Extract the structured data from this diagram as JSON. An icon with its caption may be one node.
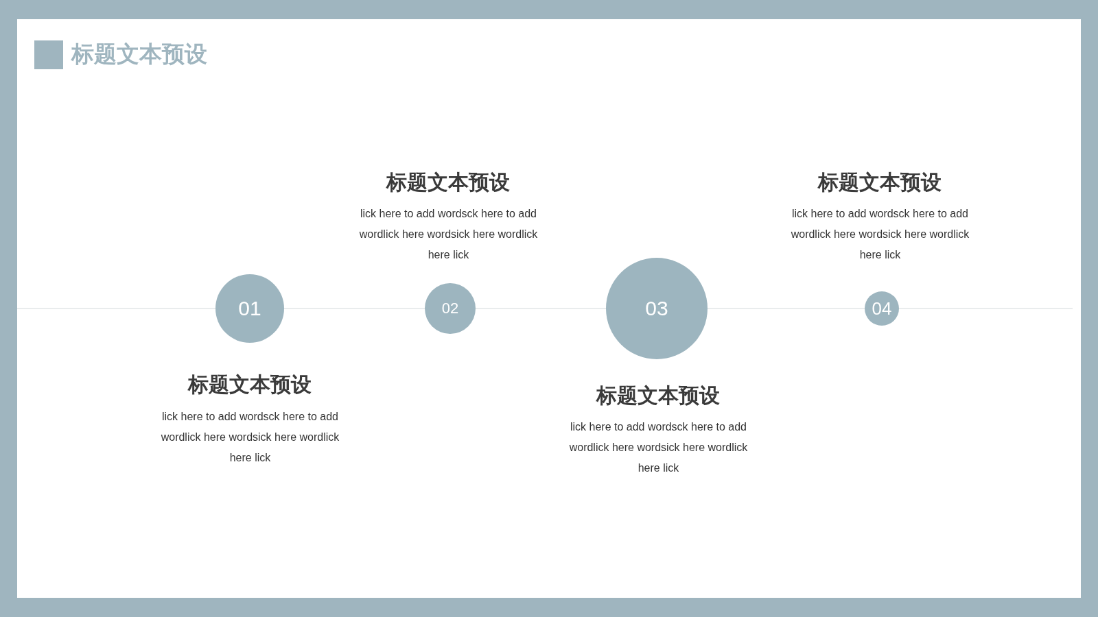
{
  "diagram": {
    "title": "标题文本预设",
    "nodes": [
      {
        "text": [
          "01"
        ],
        "beside": [
          "标题文本预设",
          "lick here to add wordsck here to add wordlick here wordsick here wordlick here lick"
        ]
      },
      {
        "text": [
          "02"
        ],
        "beside": [
          "标题文本预设",
          "lick here to add wordsck here to add wordlick here wordsick here wordlick here lick"
        ]
      },
      {
        "text": [
          "03"
        ],
        "beside": [
          "标题文本预设",
          "lick here to add wordsck here to add wordlick here wordsick here wordlick here lick"
        ]
      },
      {
        "text": [
          "04"
        ],
        "beside": [
          "标题文本预设",
          "lick here to add wordsck here to add wordlick here wordsick here wordlick here lick"
        ]
      }
    ],
    "edges": [
      {
        "from": null,
        "to": 0,
        "arrow": "none"
      },
      {
        "from": 0,
        "to": 1,
        "arrow": "none"
      },
      {
        "from": 1,
        "to": 2,
        "arrow": "none"
      },
      {
        "from": 2,
        "to": 3,
        "arrow": "none"
      },
      {
        "from": 3,
        "to": null,
        "arrow": "none"
      }
    ]
  }
}
